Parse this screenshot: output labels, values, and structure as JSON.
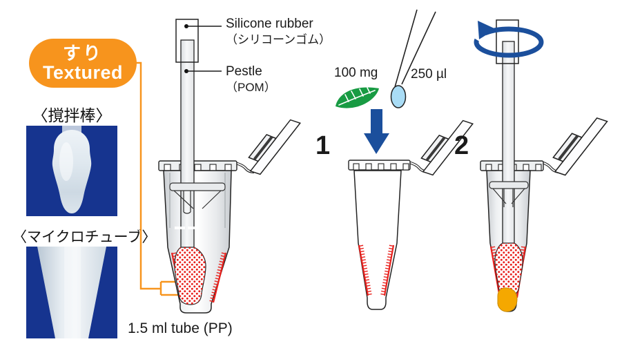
{
  "badge": {
    "jp": "すり",
    "en": "Textured"
  },
  "left_panel": {
    "stir_rod_label": "〈撹拌棒〉",
    "microtube_label": "〈マイクロチューブ〉"
  },
  "assembly": {
    "silicone_rubber_en": "Silicone rubber",
    "silicone_rubber_jp": "（シリコーンゴム）",
    "pestle_en": "Pestle",
    "pestle_jp": "（POM）",
    "tube_label": "1.5 ml tube (PP)"
  },
  "steps": [
    {
      "number": "1",
      "sample": "100 mg",
      "volume": "250 µl"
    },
    {
      "number": "2"
    }
  ],
  "icons": {
    "leaf": "leaf-icon",
    "pipette": "pipette-icon",
    "droplet": "droplet-icon",
    "down_arrow": "down-arrow-icon",
    "rotation_arrow": "rotation-arrow-icon"
  },
  "colors": {
    "orange": "#F7941D",
    "deep-blue": "#1B4F9C",
    "photo-blue": "#16348F",
    "red": "#E8211D",
    "green": "#189B43",
    "droplet-blue": "#A9DCF5",
    "sample-amber": "#F5A800",
    "ink": "#1A1A1A"
  }
}
